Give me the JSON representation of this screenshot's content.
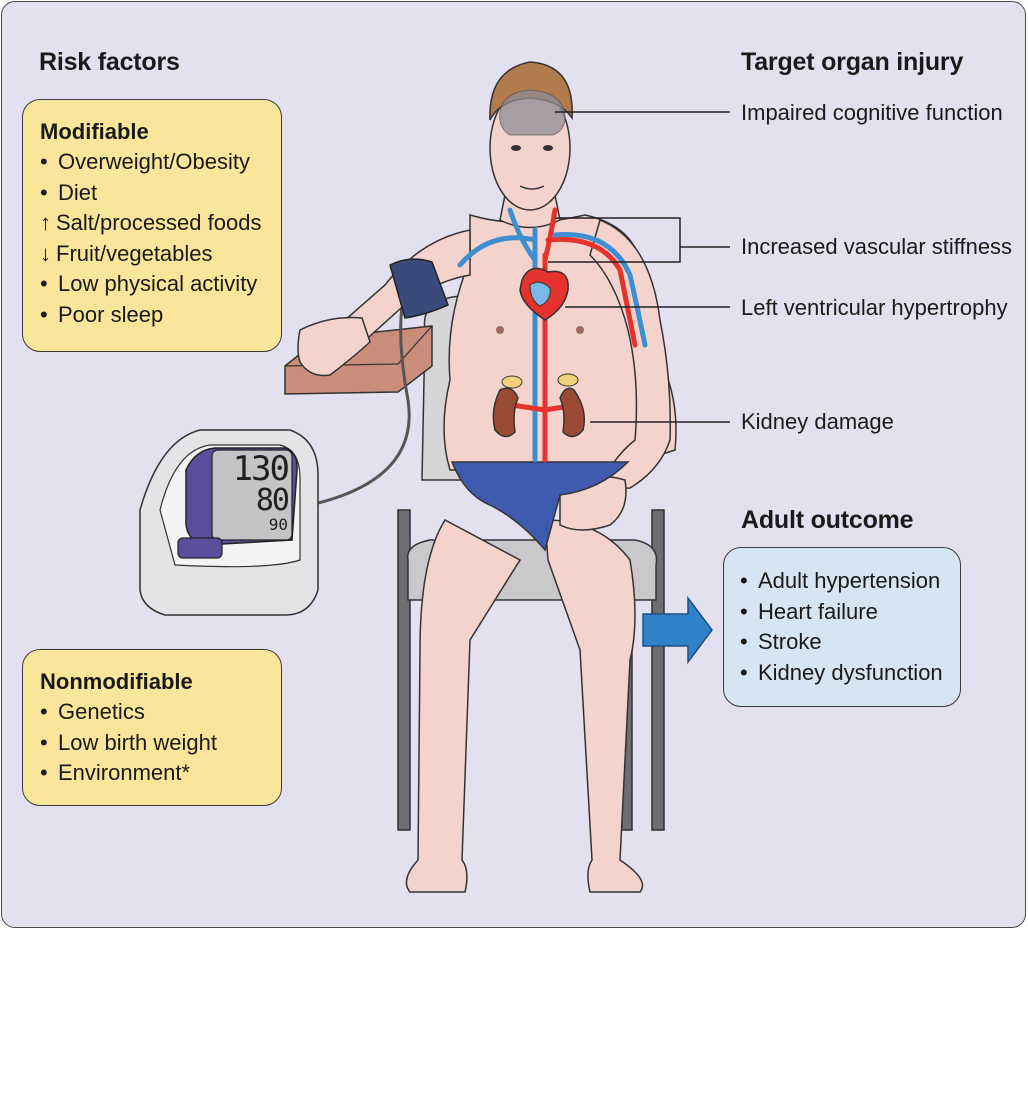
{
  "risk_factors": {
    "heading": "Risk factors",
    "modifiable": {
      "title": "Modifiable",
      "items": [
        {
          "text": "Overweight/Obesity",
          "marker": "bullet"
        },
        {
          "text": "Diet",
          "marker": "bullet"
        },
        {
          "text": "Salt/processed foods",
          "marker": "arrow-up"
        },
        {
          "text": "Fruit/vegetables",
          "marker": "arrow-down"
        },
        {
          "text": "Low physical activity",
          "marker": "bullet"
        },
        {
          "text": "Poor sleep",
          "marker": "bullet"
        }
      ]
    },
    "nonmodifiable": {
      "title": "Nonmodifiable",
      "items": [
        {
          "text": "Genetics",
          "marker": "bullet"
        },
        {
          "text": "Low birth weight",
          "marker": "bullet"
        },
        {
          "text": "Environment*",
          "marker": "bullet"
        }
      ]
    }
  },
  "target_organ_injury": {
    "heading": "Target organ injury",
    "labels": [
      "Impaired cognitive function",
      "Increased vascular stiffness",
      "Left ventricular hypertrophy",
      "Kidney damage"
    ]
  },
  "adult_outcome": {
    "heading": "Adult outcome",
    "items": [
      "Adult hypertension",
      "Heart failure",
      "Stroke",
      "Kidney dysfunction"
    ]
  },
  "bp_monitor": {
    "systolic": "130",
    "diastolic": "80",
    "pulse": "90"
  },
  "colors": {
    "background": "#e3e1f0",
    "risk_box": "#fae69a",
    "outcome_box": "#d5e5f3",
    "arrow": "#2f82c7",
    "artery": "#e5322d",
    "vein": "#3d8fd1",
    "skin": "#f5d3cd",
    "briefs": "#3f5bb0"
  },
  "icons": [
    "blood-pressure-monitor",
    "blood-pressure-cuff",
    "child-figure",
    "brain",
    "heart",
    "kidneys",
    "chair",
    "outcome-arrow"
  ]
}
